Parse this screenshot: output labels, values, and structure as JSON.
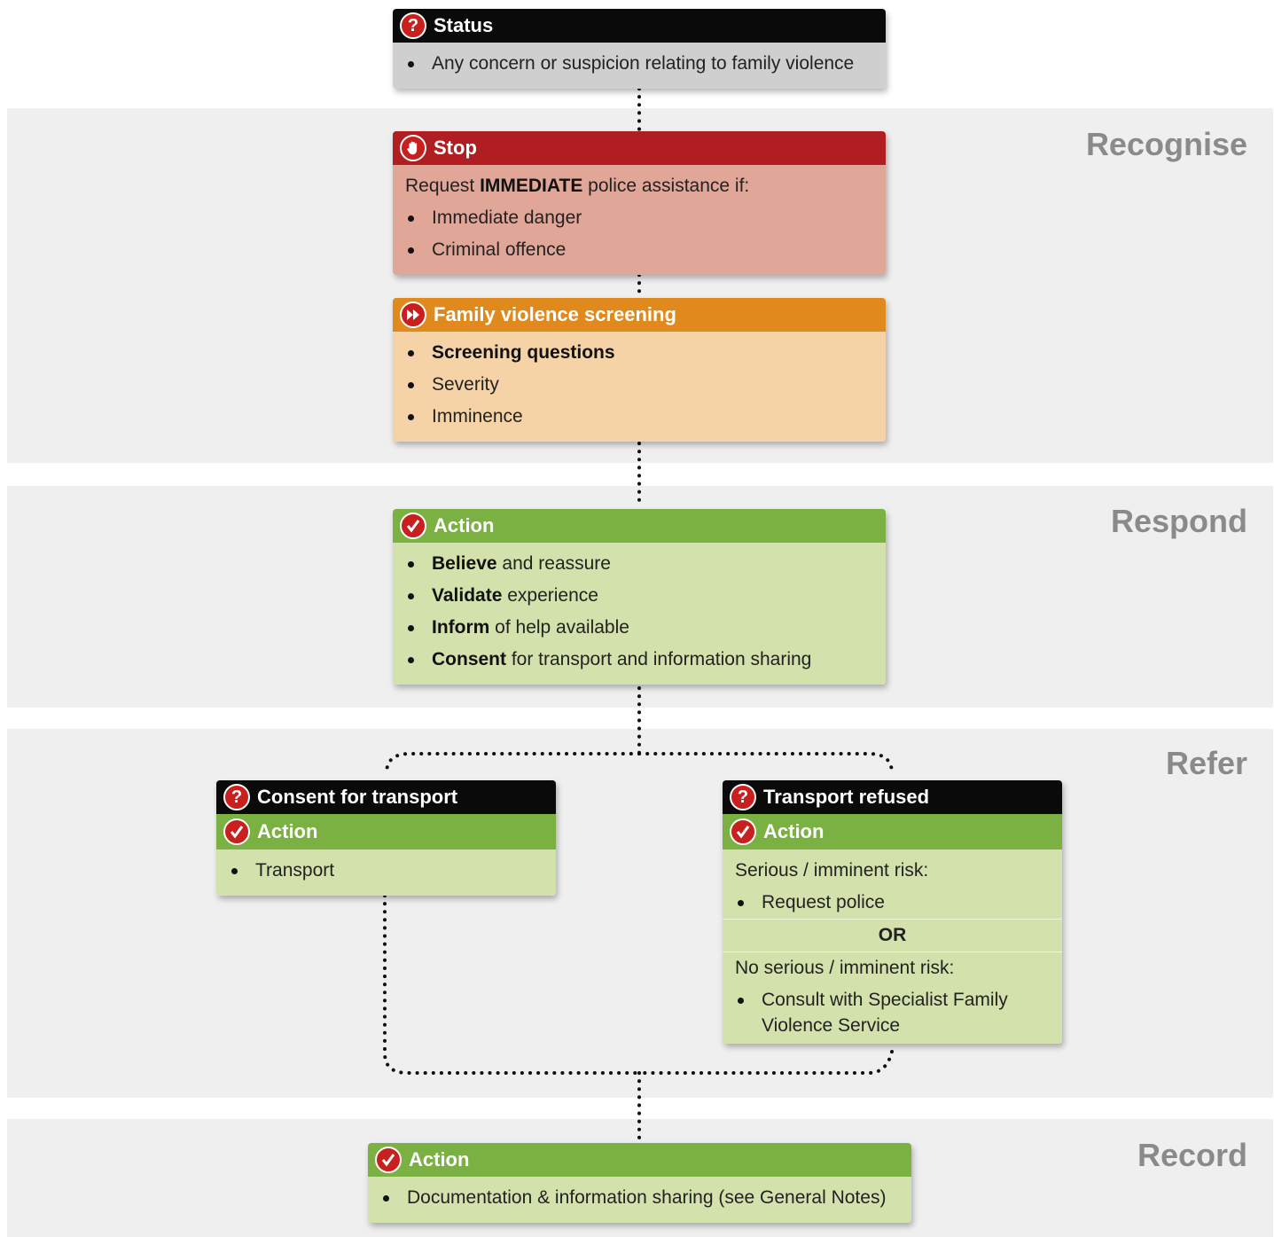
{
  "sections": {
    "recognise": "Recognise",
    "respond": "Respond",
    "refer": "Refer",
    "record": "Record"
  },
  "status_box": {
    "title": "Status",
    "icon": "question-icon",
    "items": [
      "Any concern or suspicion relating to family violence"
    ]
  },
  "stop_box": {
    "title": "Stop",
    "icon": "hand-icon",
    "intro_pre": "Request ",
    "intro_bold": "IMMEDIATE",
    "intro_post": " police assistance if:",
    "items": [
      "Immediate danger",
      "Criminal offence"
    ]
  },
  "screening_box": {
    "title": "Family violence screening",
    "icon": "fast-forward-icon",
    "item_bold": "Screening questions",
    "items": [
      "Severity",
      "Imminence"
    ]
  },
  "respond_action": {
    "title": "Action",
    "icon": "check-icon",
    "items": [
      {
        "bold": "Believe",
        "rest": " and reassure"
      },
      {
        "bold": "Validate",
        "rest": " experience"
      },
      {
        "bold": "Inform",
        "rest": " of help available"
      },
      {
        "bold": "Consent",
        "rest": " for transport and information sharing"
      }
    ]
  },
  "consent_box": {
    "title": "Consent for transport",
    "action_title": "Action",
    "items": [
      "Transport"
    ]
  },
  "refused_box": {
    "title": "Transport refused",
    "action_title": "Action",
    "serious_label": "Serious / imminent risk:",
    "serious_item": "Request police",
    "or_label": "OR",
    "no_serious_label": "No serious / imminent risk:",
    "no_serious_item": "Consult with Specialist Family Violence Service"
  },
  "record_action": {
    "title": "Action",
    "items": [
      "Documentation & information sharing (see General Notes)"
    ]
  },
  "colors": {
    "black_header": "#0a0a0a",
    "red_header": "#b11e22",
    "orange_header": "#e08a1e",
    "green_header": "#7bb143",
    "grey_body": "#cfcfcf",
    "pink_body": "#e0a698",
    "peach_body": "#f6d3a7",
    "green_body": "#d3e1ad",
    "band": "#efefef",
    "section_label": "#8a8a8a"
  }
}
